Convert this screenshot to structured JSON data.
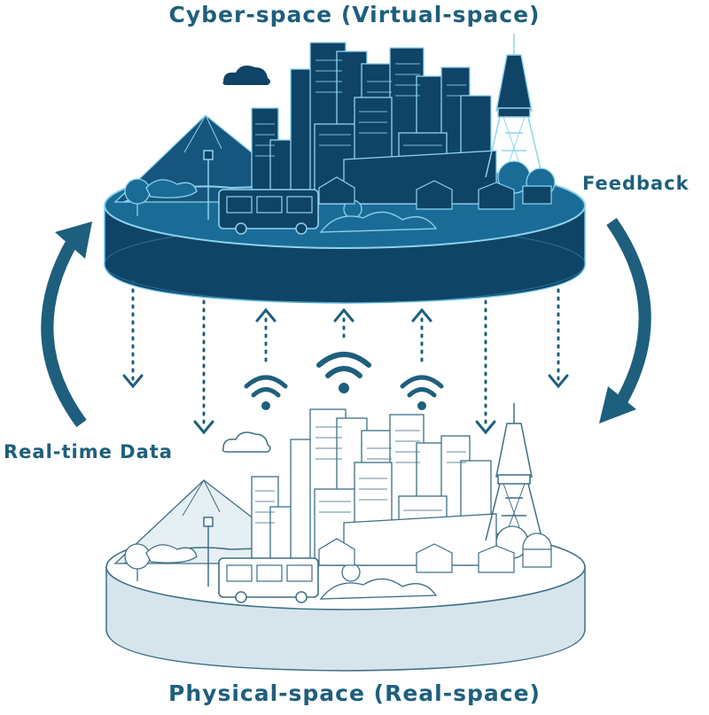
{
  "labels": {
    "cyber_space": "Cyber-space (Virtual-space)",
    "physical_space": "Physical-space (Real-space)",
    "feedback": "Feedback",
    "realtime_data": "Real-time Data"
  },
  "colors": {
    "label": "#1e5f7d",
    "cyber_dark": "#0f4467",
    "cyber_mid": "#1a6c97",
    "cyber_light": "#8fd3ef",
    "physical_fill": "#d6e5ec",
    "physical_top": "#ffffff",
    "physical_line": "#3d6f86",
    "arrow": "#1e5f7d"
  },
  "icons": {
    "wifi": "wifi-signal-icon",
    "cloud": "cloud-icon",
    "bus": "bus-icon",
    "tower": "radio-tower-icon",
    "lamp": "street-lamp-icon",
    "tree": "tree-icon"
  }
}
